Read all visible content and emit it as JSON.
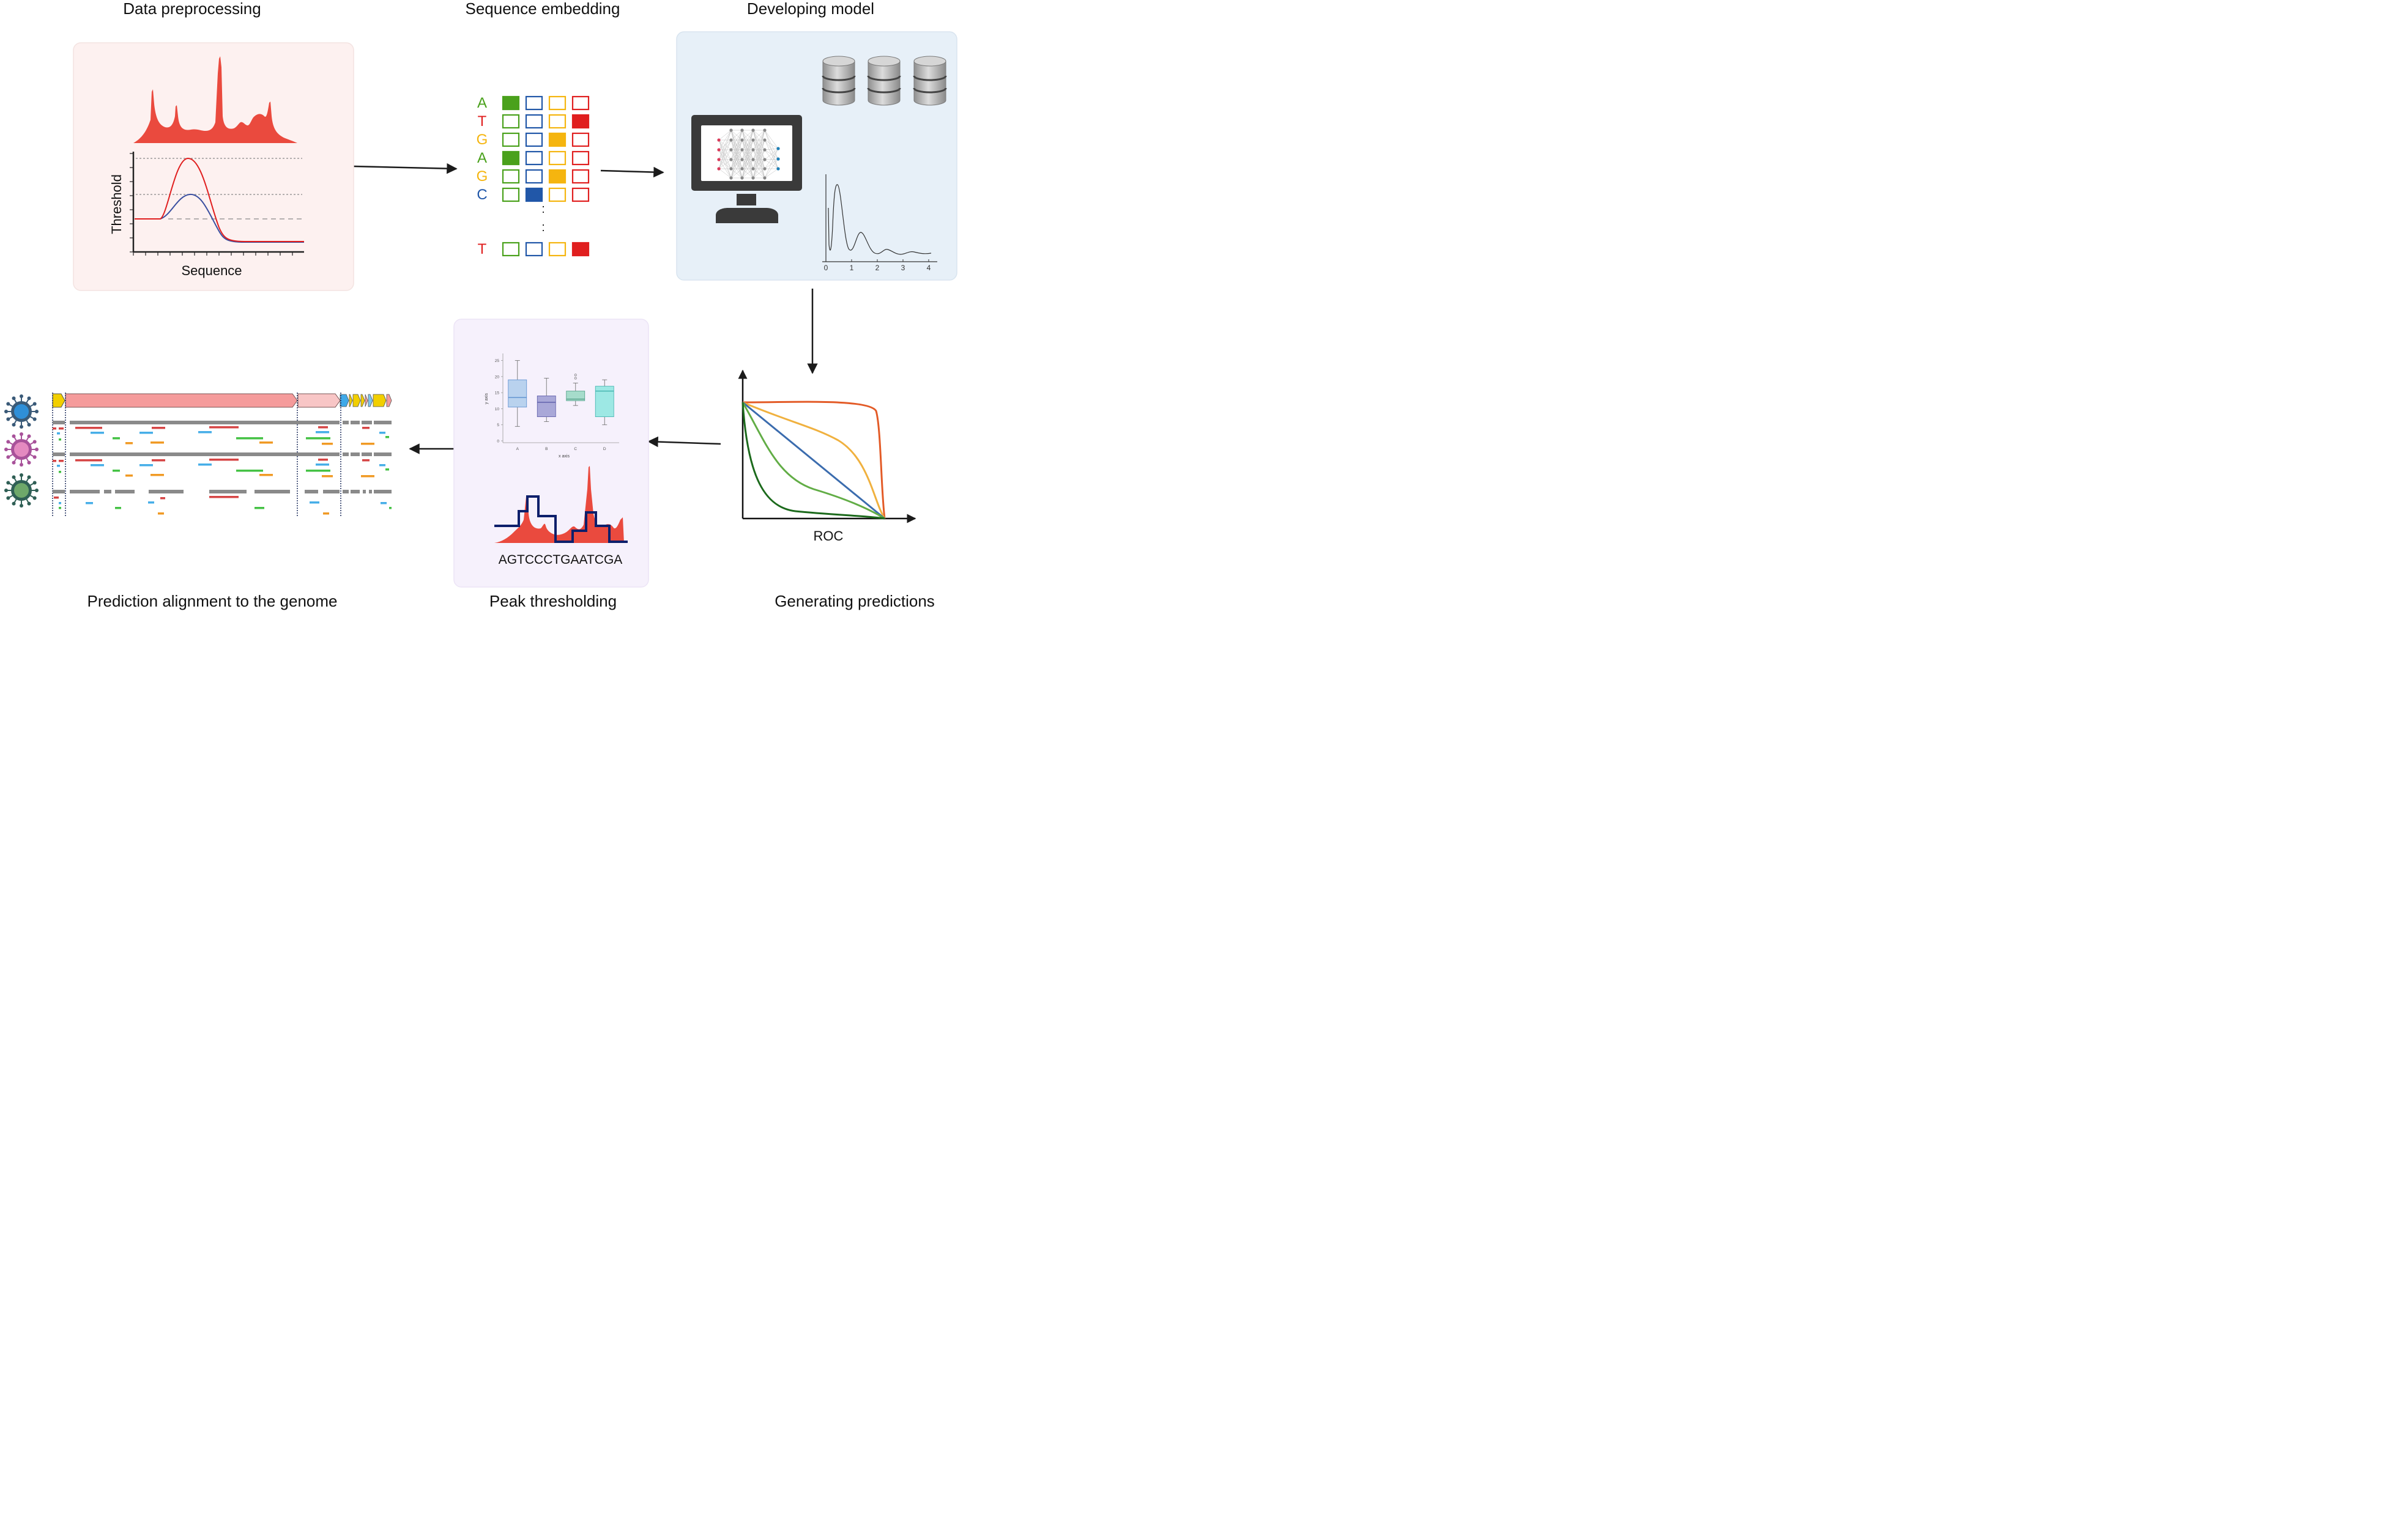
{
  "stages": {
    "data_preprocessing": "Data preprocessing",
    "sequence_embedding": "Sequence embedding",
    "developing_model": "Developing model",
    "generating_predictions": "Generating predictions",
    "peak_thresholding": "Peak thresholding",
    "prediction_alignment": "Prediction alignment to the genome"
  },
  "preprocessing_plot": {
    "ylabel": "Threshold",
    "xlabel": "Sequence"
  },
  "embedding": {
    "rows": [
      {
        "base": "A",
        "hot": 0
      },
      {
        "base": "T",
        "hot": 3
      },
      {
        "base": "G",
        "hot": 2
      },
      {
        "base": "A",
        "hot": 0
      },
      {
        "base": "G",
        "hot": 2
      },
      {
        "base": "C",
        "hot": 1
      },
      {
        "base": "T",
        "hot": 3
      }
    ],
    "colors": {
      "A": "#4aa11c",
      "C": "#2157a8",
      "G": "#f5b50f",
      "T": "#e01f1f"
    },
    "ellipsis": ":"
  },
  "model_plot": {
    "x_ticks": [
      "0",
      "1",
      "2",
      "3",
      "4"
    ]
  },
  "roc": {
    "label": "ROC",
    "curve_colors": [
      "#e35b27",
      "#f0b13f",
      "#3b6cae",
      "#62ad46",
      "#1c6a1c"
    ]
  },
  "boxplot": {
    "xlabel": "x axis",
    "ylabel": "y axis",
    "y_ticks": [
      "0",
      "5",
      "10",
      "15",
      "20",
      "25"
    ],
    "ylim": [
      0,
      25
    ],
    "categories": [
      "A",
      "B",
      "C",
      "D"
    ],
    "boxes": [
      {
        "name": "A",
        "q1": 10.5,
        "median": 13.5,
        "q3": 19,
        "min": 4.5,
        "max": 25,
        "color": "#b9d2ee",
        "stroke": "#5b8fcf",
        "outliers": []
      },
      {
        "name": "B",
        "q1": 7.5,
        "median": 12,
        "q3": 14,
        "min": 6,
        "max": 19.5,
        "color": "#a9a8d8",
        "stroke": "#5b5aa8",
        "outliers": []
      },
      {
        "name": "C",
        "q1": 12.5,
        "median": 13,
        "q3": 15.5,
        "min": 11,
        "max": 18,
        "color": "#a6dccb",
        "stroke": "#4f9e86",
        "outliers": [
          20.5,
          19.5
        ]
      },
      {
        "name": "D",
        "q1": 7.5,
        "median": 15.5,
        "q3": 17,
        "min": 5,
        "max": 19,
        "color": "#9de8e4",
        "stroke": "#3fb1ac",
        "outliers": []
      }
    ]
  },
  "peak_sequence": "AGTCCCTGAATCGA",
  "colors": {
    "accent_red": "#ea4a3e",
    "navy": "#0d1f6b",
    "panel_pink": "#fdf1f0",
    "panel_blue": "#e7f0f8",
    "panel_lavender": "#f6f1fc",
    "track_gray": "#8a8a8a"
  },
  "icons": [
    "virus-blue-icon",
    "virus-pink-icon",
    "virus-green-icon",
    "database-icon",
    "monitor-icon",
    "neural-network-icon"
  ]
}
